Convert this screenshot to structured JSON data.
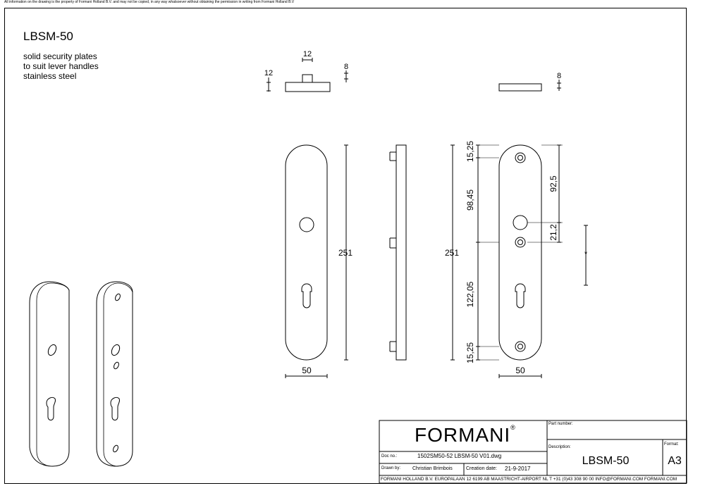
{
  "disclaimer": "All information on the drawing is the property of Formani Holland B.V. and may not be copied, in any way whatsoever without obtaining the permission in writing from Formani Holland B.V",
  "product": {
    "code": "LBSM-50",
    "description_lines": [
      "solid security plates",
      "to suit lever handles",
      "stainless steel"
    ]
  },
  "dimensions": {
    "spindle_width": "12",
    "spindle_height": "12",
    "plate_thickness_front": "8",
    "plate_thickness_back": "8",
    "height_front": "251",
    "height_side": "251",
    "width_front": "50",
    "width_back": "50",
    "top_offset": "15,25",
    "bottom_offset": "15,25",
    "upper_span": "98,45",
    "lower_span": "122,05",
    "spindle_to_top": "92,5",
    "spindle_to_hole": "21,2",
    "variable": "*"
  },
  "title_block": {
    "brand": "FORMANI",
    "trademark": "®",
    "part_number_label": "Part number:",
    "description_label": "Description:",
    "description_value": "LBSM-50",
    "format_label": "Format:",
    "format_value": "A3",
    "doc_no_label": "Doc no.:",
    "doc_no_value": "1502SM50-52 LBSM-50 V01.dwg",
    "drawn_by_label": "Drawn by:",
    "drawn_by_value": "Christian Brimbois",
    "creation_date_label": "Creation date:",
    "creation_date_value": "21-9-2017",
    "footer": "FORMANI HOLLAND B.V.  EUROPALAAN 12  6199 AB MAASTRICHT-AIRPORT NL  T +31 (0)43 308 90 00 INFO@FORMANI.COM FORMANI.COM"
  },
  "colors": {
    "line": "#000000",
    "background": "#ffffff"
  }
}
